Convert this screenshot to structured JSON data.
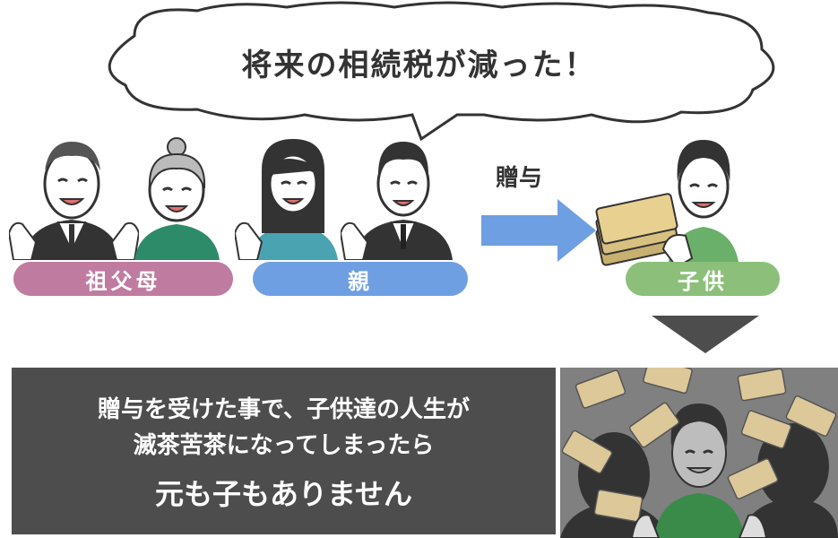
{
  "bubble": {
    "text": "将来の相続税が減った！"
  },
  "labels": {
    "grandparents": "祖父母",
    "parents": "親",
    "child": "子供",
    "gift": "贈与"
  },
  "message": {
    "line1": "贈与を受けた事で、子供達の人生が",
    "line2": "滅茶苦茶になってしまったら",
    "line3": "元も子もありません"
  },
  "colors": {
    "grandparents_pill": "#c07ba0",
    "parents_pill": "#6f9fe3",
    "child_pill": "#8cc07a",
    "arrow": "#6f9fe3",
    "message_bg": "#4d4d4d"
  }
}
